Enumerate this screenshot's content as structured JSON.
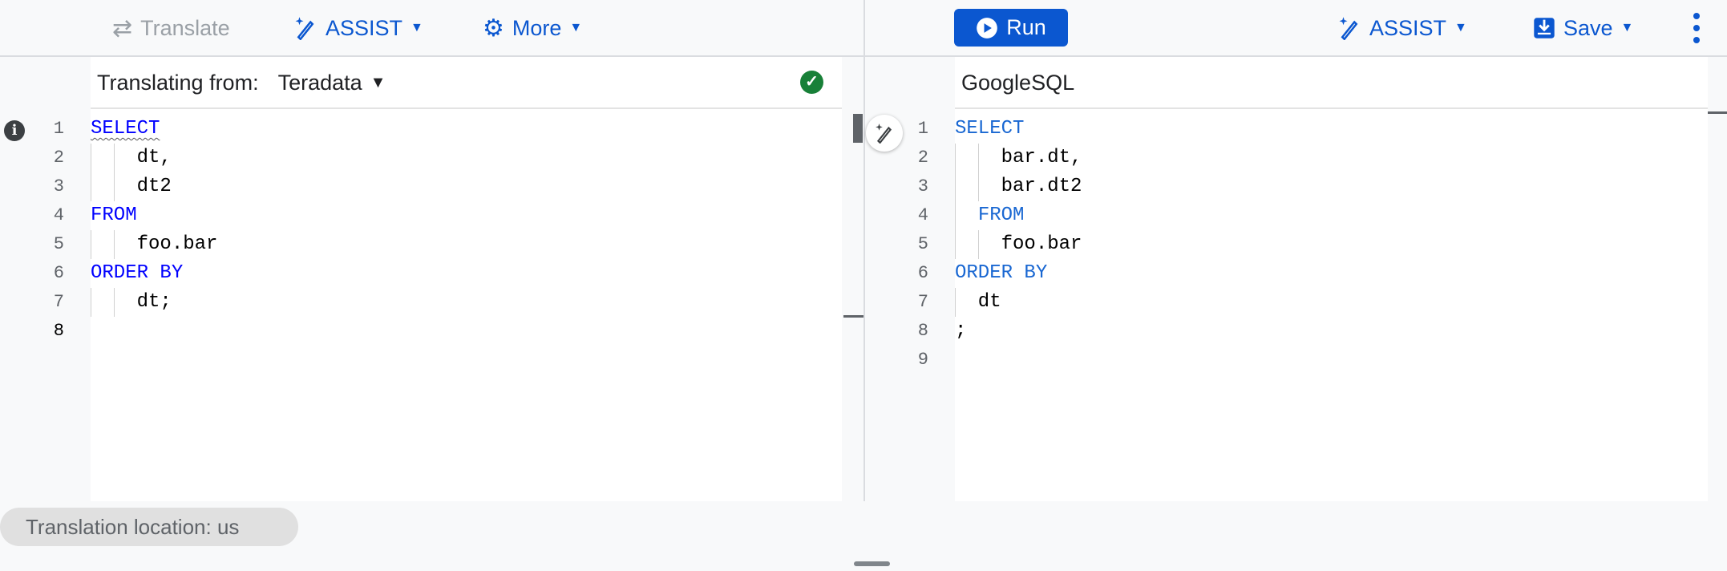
{
  "left_toolbar": {
    "translate": "Translate",
    "assist": "ASSIST",
    "more": "More"
  },
  "right_toolbar": {
    "run": "Run",
    "assist": "ASSIST",
    "save": "Save"
  },
  "source": {
    "label": "Translating from:",
    "dialect": "Teradata",
    "status": "valid",
    "lines": [
      [
        {
          "t": "SELECT",
          "kw": true
        }
      ],
      [
        {
          "t": "    dt,"
        }
      ],
      [
        {
          "t": "    dt2"
        }
      ],
      [
        {
          "t": "FROM",
          "kw": true
        }
      ],
      [
        {
          "t": "    foo.bar"
        }
      ],
      [
        {
          "t": "ORDER BY",
          "kw": true
        }
      ],
      [
        {
          "t": "    dt;"
        }
      ],
      [
        {
          "t": ""
        }
      ]
    ],
    "current_line": 8
  },
  "target": {
    "dialect": "GoogleSQL",
    "lines": [
      [
        {
          "t": "SELECT",
          "kw": true
        }
      ],
      [
        {
          "t": "    bar.dt,"
        }
      ],
      [
        {
          "t": "    bar.dt2"
        }
      ],
      [
        {
          "t": "  "
        },
        {
          "t": "FROM",
          "kw": true
        }
      ],
      [
        {
          "t": "    foo.bar"
        }
      ],
      [
        {
          "t": "ORDER BY",
          "kw": true
        }
      ],
      [
        {
          "t": "  dt"
        }
      ],
      [
        {
          "t": ";"
        }
      ],
      [
        {
          "t": ""
        }
      ]
    ]
  },
  "footer": {
    "location": "Translation location: us"
  },
  "colors": {
    "accent": "#0b57d0",
    "success": "#188038",
    "keyword_source": "#0000ff",
    "keyword_target": "#1967d2"
  }
}
